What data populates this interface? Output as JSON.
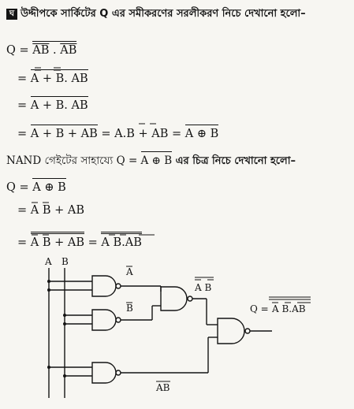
{
  "header": {
    "badge": "ঘ",
    "title_bn": "উদ্দীপকে সার্কিটের Q এর সমীকরণের সরলীকরণ নিচে দেখানো হলো–"
  },
  "simplification": {
    "q": "Q = ",
    "s1_a": "AB",
    "s1_dot": " . ",
    "s1_b": "AB",
    "eq": "= ",
    "s2": "A + B. AB",
    "s3": "A + B. AB",
    "s4_lhs": "A + B + AB",
    "s4_mid": " = A.B + AB = ",
    "s4_rhs": "A ⊕ B"
  },
  "nand_line": {
    "prefix": "NAND গেইটের সাহায্যে Q = ",
    "expr": "A ⊕ B",
    "suffix": " এর চিত্র নিচে দেখানো হলো–"
  },
  "nand_derivation": {
    "q": "Q = ",
    "d1": "A ⊕ B",
    "eq": "= ",
    "d2": "A B + AB",
    "d3_lhs": "A B + AB",
    "d3_mid": " = ",
    "d3_rhs": "A  B.AB"
  },
  "circuit": {
    "in_a": "A",
    "in_b": "B",
    "lbl_abar": "A",
    "lbl_bbar": "B",
    "lbl_abbar": "A B",
    "lbl_ab_bottom": "AB",
    "out_q": "Q = ",
    "out_expr": "A  B.AB"
  }
}
